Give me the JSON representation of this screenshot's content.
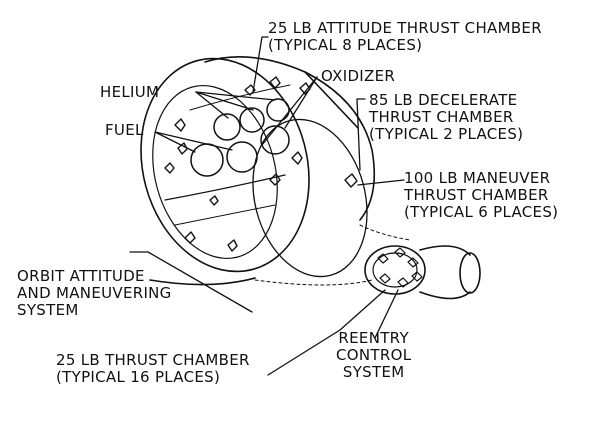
{
  "labels": {
    "attitude_25lb": "25 LB ATTITUDE THRUST CHAMBER\n(TYPICAL 8 PLACES)",
    "helium": "HELIUM",
    "oxidizer": "OXIDIZER",
    "decelerate_85lb": "85 LB DECELERATE\nTHRUST CHAMBER\n(TYPICAL 2 PLACES)",
    "fuel": "FUEL",
    "maneuver_100lb": "100 LB MANEUVER\nTHRUST CHAMBER\n(TYPICAL 6 PLACES)",
    "oams": "ORBIT ATTITUDE\nAND MANEUVERING\nSYSTEM",
    "thrust_25lb": "25 LB THRUST CHAMBER\n(TYPICAL 16 PLACES)",
    "reentry": "REENTRY\nCONTROL\nSYSTEM"
  },
  "colors": {
    "ink": "#111111",
    "paper": "#ffffff"
  }
}
